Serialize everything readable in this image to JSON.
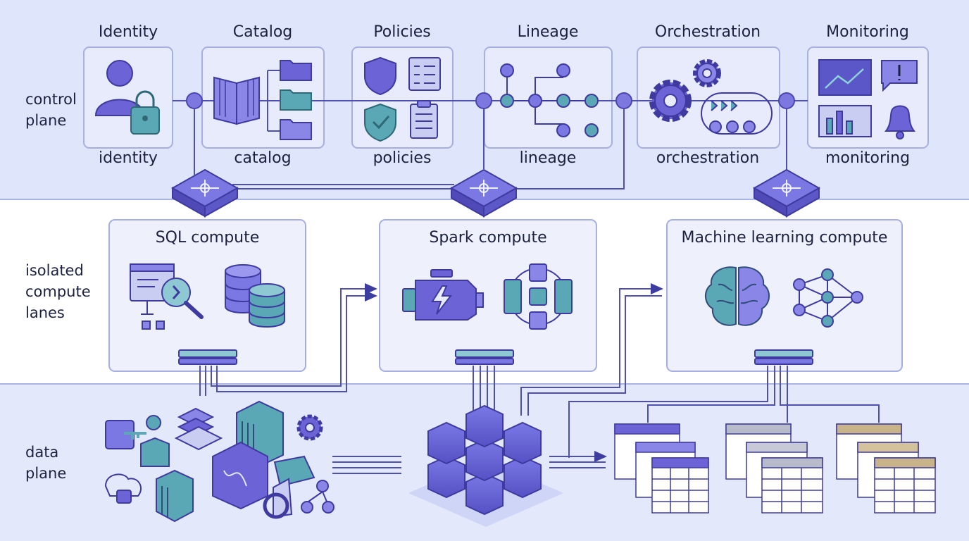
{
  "bands": {
    "control": {
      "label": "control\nplane"
    },
    "compute": {
      "label": "isolated\ncompute\nlanes"
    },
    "data": {
      "label": "data\nplane"
    }
  },
  "control_plane": {
    "services": [
      {
        "title": "Identity",
        "caption": "identity",
        "icon": "user-lock-icon"
      },
      {
        "title": "Catalog",
        "caption": "catalog",
        "icon": "book-folders-icon"
      },
      {
        "title": "Policies",
        "caption": "policies",
        "icon": "shield-checklist-icon"
      },
      {
        "title": "Lineage",
        "caption": "lineage",
        "icon": "graph-tree-icon"
      },
      {
        "title": "Orchestration",
        "caption": "orchestration",
        "icon": "gears-pipeline-icon"
      },
      {
        "title": "Monitoring",
        "caption": "monitoring",
        "icon": "chart-alert-bell-icon"
      }
    ]
  },
  "compute_lanes": [
    {
      "title": "SQL compute",
      "icons": [
        "query-browser-icon",
        "database-icon"
      ]
    },
    {
      "title": "Spark compute",
      "icons": [
        "engine-icon",
        "cluster-icon"
      ]
    },
    {
      "title": "Machine learning compute",
      "icons": [
        "brain-icon",
        "neural-network-icon"
      ]
    }
  ],
  "colors": {
    "band_control": "#dfe5fa",
    "band_compute": "#ffffff",
    "band_data": "#e3e8fa",
    "card_border": "#a6afdf",
    "accent_purple": "#6b63d6",
    "accent_teal": "#5aa7b5",
    "line": "#4f4fb0"
  }
}
